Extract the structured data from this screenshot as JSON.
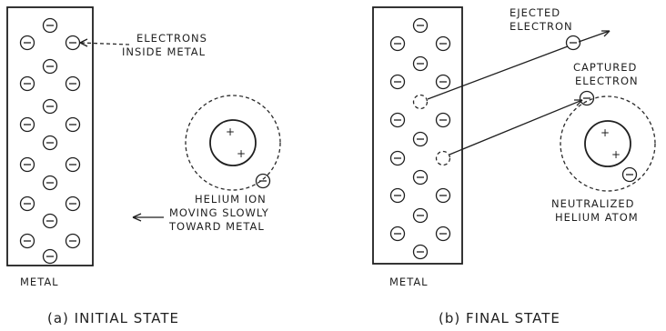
{
  "panel_a": {
    "labels": {
      "electrons_line1": "ELECTRONS",
      "electrons_line2": "INSIDE METAL",
      "helium_line1": "HELIUM ION",
      "helium_line2": "MOVING SLOWLY",
      "helium_line3": "TOWARD METAL",
      "metal": "METAL"
    },
    "caption": "(a) INITIAL STATE",
    "symbols": {
      "electron": "−",
      "nucleus_charge": "+"
    }
  },
  "panel_b": {
    "labels": {
      "ejected_line1": "EJECTED",
      "ejected_line2": "ELECTRON",
      "captured_line1": "CAPTURED",
      "captured_line2": "ELECTRON",
      "neutral_line1": "NEUTRALIZED",
      "neutral_line2": "HELIUM ATOM",
      "metal": "METAL"
    },
    "caption": "(b) FINAL STATE"
  },
  "colors": {
    "ink": "#1f1f1f",
    "background": "#ffffff"
  }
}
